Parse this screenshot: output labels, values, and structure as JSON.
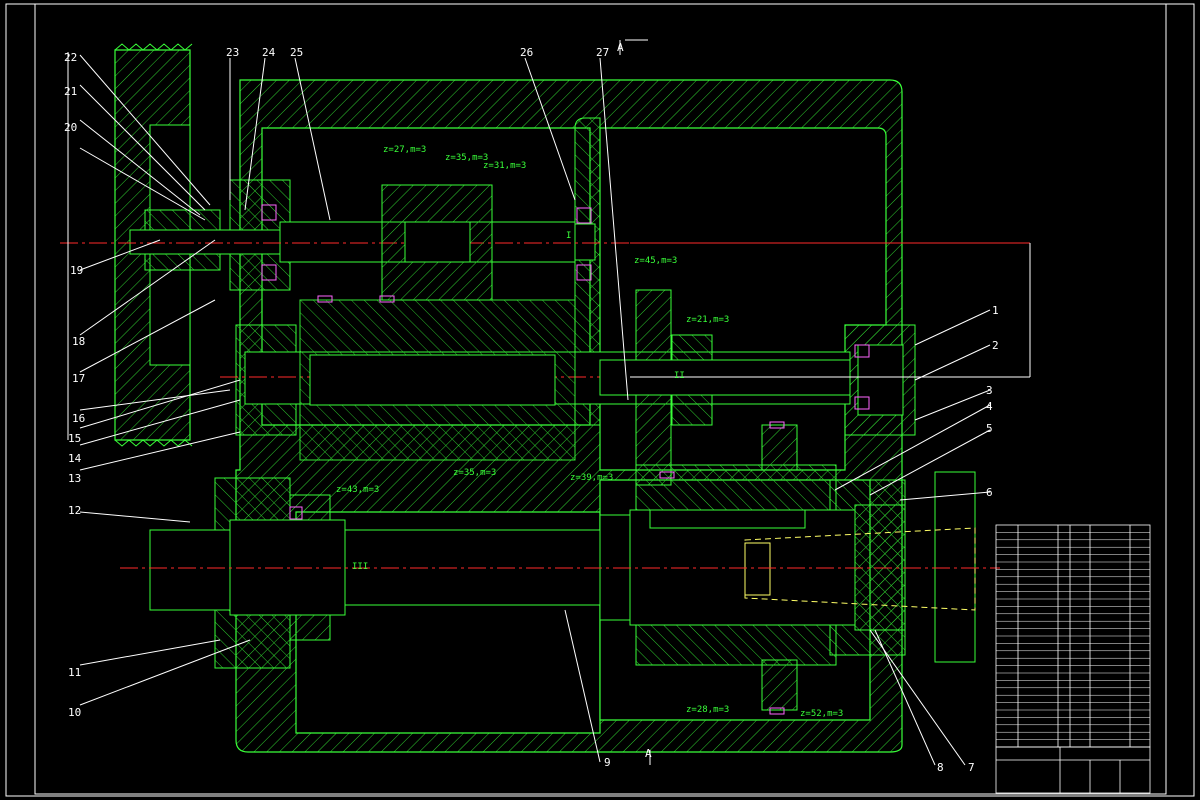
{
  "section_markers": {
    "top": "A",
    "bottom": "A"
  },
  "part_numbers": {
    "p1": "1",
    "p2": "2",
    "p3": "3",
    "p4": "4",
    "p5": "5",
    "p6": "6",
    "p7": "7",
    "p8": "8",
    "p9": "9",
    "p10": "10",
    "p11": "11",
    "p12": "12",
    "p13": "13",
    "p14": "14",
    "p15": "15",
    "p16": "16",
    "p17": "17",
    "p18": "18",
    "p19": "19",
    "p20": "20",
    "p21": "21",
    "p22": "22",
    "p23": "23",
    "p24": "24",
    "p25": "25",
    "p26": "26",
    "p27": "27"
  },
  "gear_labels": {
    "g_top1": "z=27,m=3",
    "g_top2": "z=35,m=3",
    "g_top3": "z=31,m=3",
    "g_mid1": "z=45,m=3",
    "g_mid2": "z=21,m=3",
    "g_low1": "z=43,m=3",
    "g_low2": "z=35,m=3",
    "g_low3": "z=39,m=3",
    "g_bot1": "z=28,m=3",
    "g_bot2": "z=52,m=3"
  },
  "shaft_marks": {
    "roman_one": "I",
    "roman_two": "II",
    "roman_three": "III"
  },
  "colors": {
    "background": "#000000",
    "frame": "#ffffff",
    "outline": "#39ff39",
    "hatch": "#2fcf2f",
    "centerline": "#ff2a2a",
    "leader": "#ffffff",
    "bearing": "#ff66ff",
    "taper": "#ffff66"
  }
}
